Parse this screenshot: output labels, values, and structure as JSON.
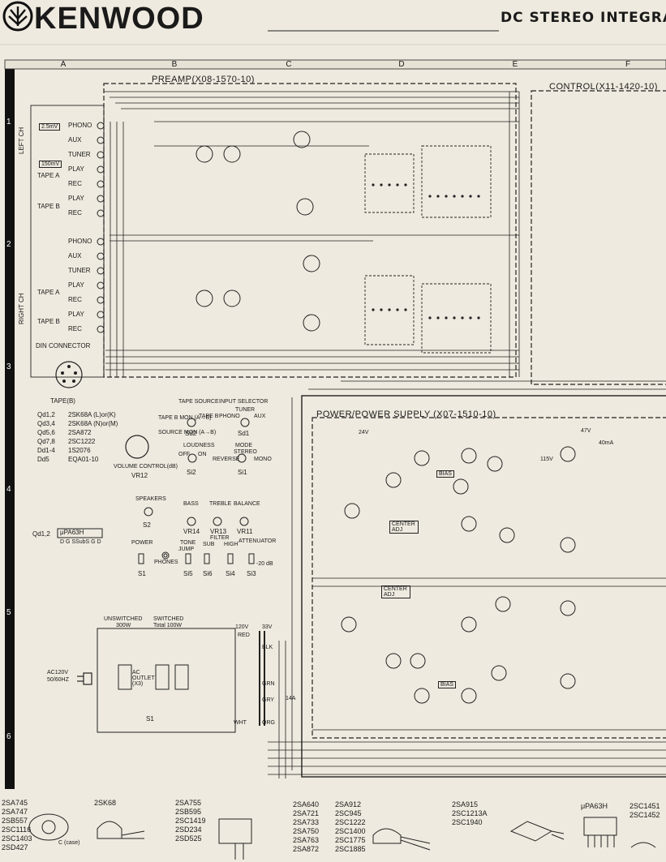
{
  "header": {
    "brand": "KENWOOD",
    "title": "DC STEREO INTEGRATI"
  },
  "grid": {
    "columns": [
      "A",
      "B",
      "C",
      "D",
      "E",
      "F"
    ],
    "rows": [
      "1",
      "2",
      "3",
      "4",
      "5",
      "6"
    ]
  },
  "sections": {
    "preamp": "PREAMP(X08-1570-10)",
    "control": "CONTROL(X11-1420-10)",
    "power": "POWER/POWER SUPPLY (X07-1510-10)"
  },
  "left_channel": {
    "side_label": "LEFT CH",
    "phono_level": "2.5mV",
    "inputs": [
      "PHONO",
      "AUX",
      "TUNER",
      "PLAY",
      "REC",
      "PLAY",
      "REC"
    ],
    "tape_a": "TAPE A",
    "tape_b": "TAPE B"
  },
  "right_channel": {
    "side_label": "RIGHT CH",
    "phono_level": "150mV",
    "inputs": [
      "PHONO",
      "AUX",
      "TUNER",
      "PLAY",
      "REC",
      "PLAY",
      "REC"
    ],
    "tape_a": "TAPE A",
    "tape_b": "TAPE B"
  },
  "din": {
    "label": "DIN CONNECTOR",
    "tape": "TAPE(B)"
  },
  "transistor_list": [
    {
      "ref": "Qd1,2",
      "part": "2SK68A (L)or(K)"
    },
    {
      "ref": "Qd3,4",
      "part": "2SK68A (N)or(M)"
    },
    {
      "ref": "Qd5,6",
      "part": "2SA872"
    },
    {
      "ref": "Qd7,8",
      "part": "2SC1222"
    },
    {
      "ref": "Dd1-4",
      "part": "1S2076"
    },
    {
      "ref": "Dd5",
      "part": "EQA01-10"
    }
  ],
  "front_panel": {
    "tape_source": "TAPE SOURCE",
    "tape_b_mon": "TAPE B MON (A→B)",
    "source_mon": "SOURCE MON (A→B)",
    "tape_b": "TAPE B",
    "sd2": "Sd2",
    "input_selector": "INPUT SELECTOR",
    "tuner": "TUNER",
    "phono": "PHONO",
    "aux": "AUX",
    "sd1": "Sd1",
    "volume": "VOLUME CONTROL(dB)",
    "vr12": "VR12",
    "loudness": "LOUDNESS",
    "off": "OFF",
    "on": "ON",
    "si2": "Si2",
    "mode": "MODE",
    "stereo": "STEREO",
    "reverse": "REVERSE",
    "mono": "MONO",
    "si1": "Si1",
    "speakers": "SPEAKERS",
    "s2": "S2",
    "bass": "BASS",
    "treble": "TREBLE",
    "balance": "BALANCE",
    "vr14": "VR14",
    "vr13": "VR13",
    "vr11": "VR11",
    "ic_ref": "Qd1,2",
    "ic_part": "μPA63H",
    "ic_pins": "D G SSubS G D",
    "power": "POWER",
    "phones": "PHONES",
    "tone": "TONE",
    "jump": "JUMP",
    "filter": "FILTER",
    "sub": "SUB",
    "high": "HIGH",
    "attenuator": "ATTENUATOR",
    "attn_db": "-20 dB",
    "s1": "S1",
    "si5": "Si5",
    "si6": "Si6",
    "si4": "Si4",
    "si3": "Si3"
  },
  "power_supply": {
    "unswitched": "UNSWITCHED",
    "unswitched_w": "300W",
    "switched": "SWITCHED",
    "switched_w": "Total 100W",
    "ac_in": "AC120V",
    "ac_hz": "50/60HZ",
    "outlet": "AC OUTLET (X3)",
    "s1": "S1",
    "v120": "120V",
    "v33": "33V",
    "red": "RED",
    "blk": "BLK",
    "grn": "GRN",
    "gry": "GRY",
    "wht": "WHT",
    "org": "ORG",
    "a14": "14A"
  },
  "amp_labels": {
    "bias": "BIAS",
    "center_adj": "CENTER ADJ",
    "v47": "47V",
    "ma40": "40mA",
    "v115": "115V",
    "v24": "24V"
  },
  "parts_footer": {
    "col1": [
      "2SA745",
      "2SA747",
      "2SB557",
      "2SC1116",
      "2SC1403",
      "2SD427"
    ],
    "col1_pins": "C (case)",
    "col2": [
      "2SK68"
    ],
    "col3": [
      "2SA755",
      "2SB595",
      "2SC1419",
      "2SD234",
      "2SD525"
    ],
    "col4": [
      "2SA640",
      "2SA721",
      "2SA733",
      "2SA750",
      "2SA763",
      "2SA872"
    ],
    "col5": [
      "2SA912",
      "2SC945",
      "2SC1222",
      "2SC1400",
      "2SC1775",
      "2SC1885"
    ],
    "col6": [
      "2SA915",
      "2SC1213A",
      "2SC1940"
    ],
    "col7": [
      "μPA63H"
    ],
    "col8": [
      "2SC1451",
      "2SC1452"
    ]
  }
}
